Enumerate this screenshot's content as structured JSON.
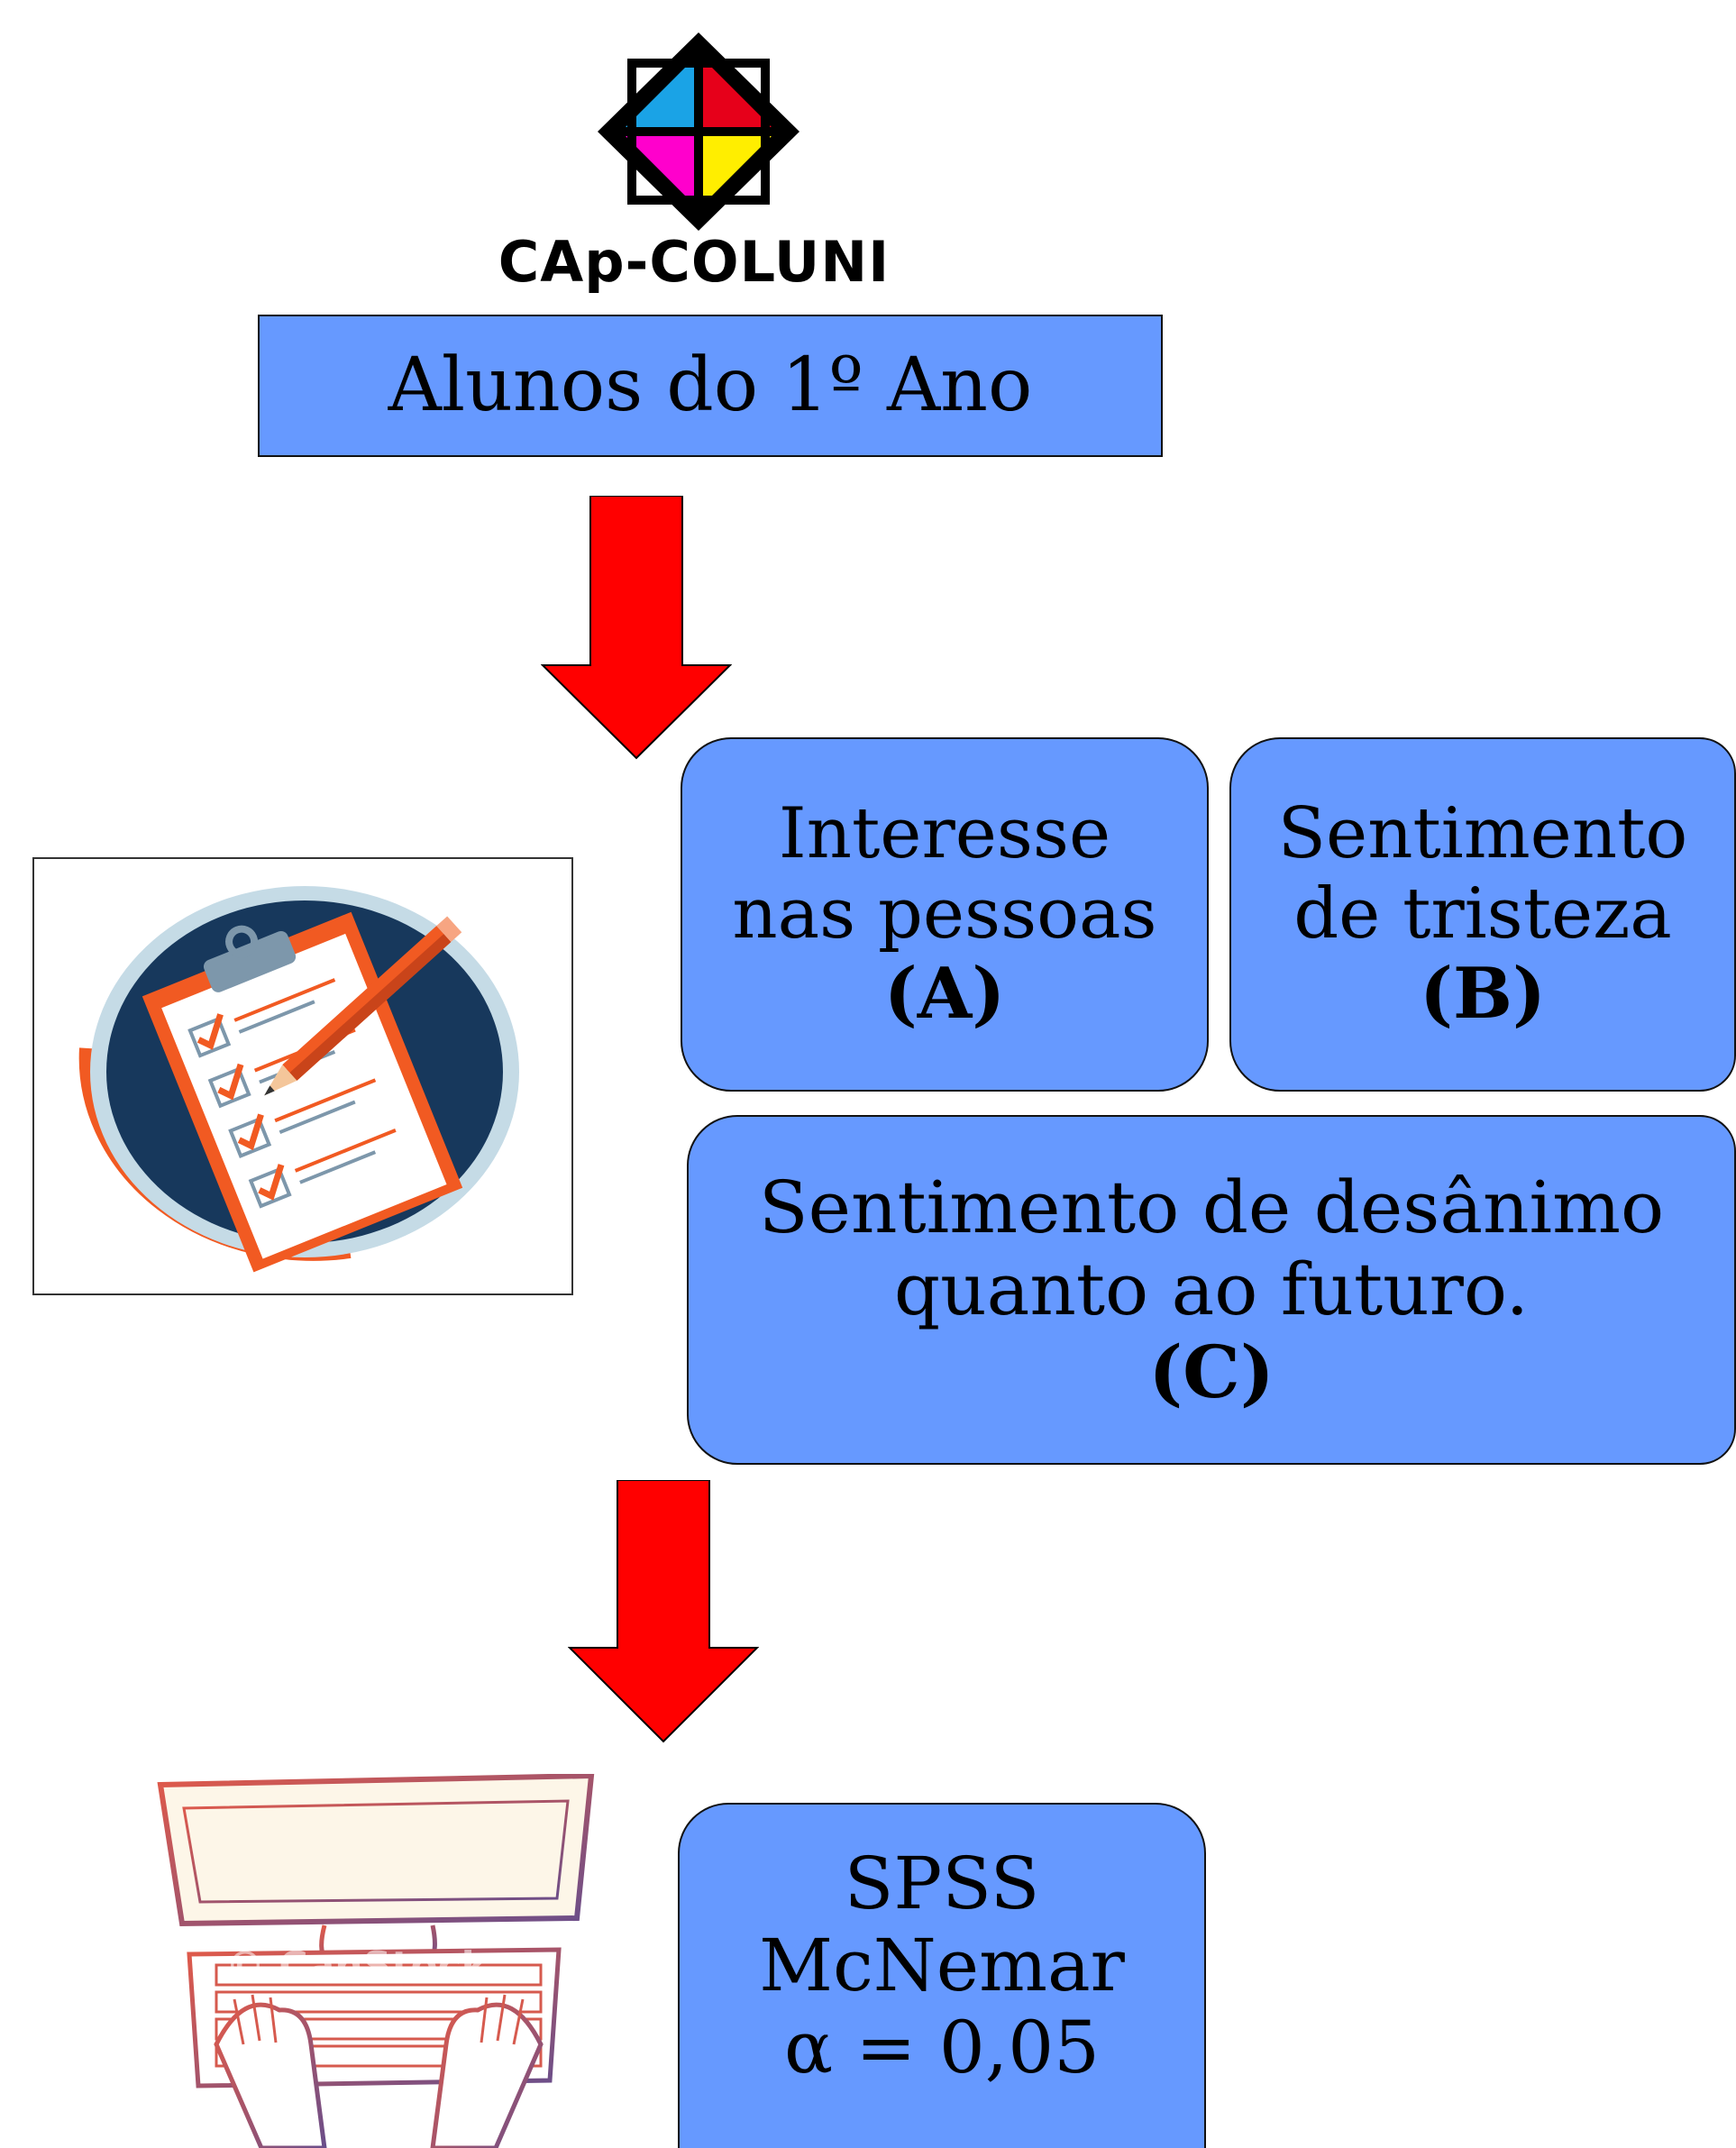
{
  "logo": {
    "text": "CAp-COLUNI",
    "colors": {
      "top": "#e6001a",
      "left": "#1aa3e6",
      "bottom": "#ff00cc",
      "right": "#ffee00",
      "frame": "#000000"
    },
    "icon": "cap-coluni-logo-icon"
  },
  "top_box": {
    "label": "Alunos do 1º Ano"
  },
  "questionnaire_image": {
    "icon": "clipboard-checklist-icon"
  },
  "box_a": {
    "lines": [
      "Interesse",
      "nas pessoas"
    ],
    "tag": "(A)"
  },
  "box_b": {
    "lines": [
      "Sentimento",
      "de tristeza"
    ],
    "tag": "(B)"
  },
  "box_c": {
    "lines": [
      "Sentimento de desânimo",
      "quanto ao futuro."
    ],
    "tag": "(C)"
  },
  "computer_image": {
    "icon": "computer-typing-icon",
    "watermark": "© CanStock"
  },
  "analysis_box": {
    "lines": [
      "SPSS",
      "McNemar",
      "α = 0,05"
    ]
  },
  "colors": {
    "box_fill": "#6699ff",
    "arrow": "#ff0000"
  }
}
